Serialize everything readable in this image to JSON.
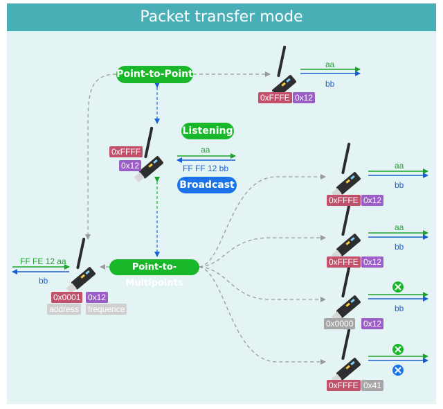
{
  "title": "Packet transfer mode",
  "modes": {
    "point_to_point": "Point-to-Point",
    "listening": "Listening",
    "broadcast": "Broadcast",
    "point_to_multipoints": "Point-to-Multipoints"
  },
  "sender": {
    "out_label": "FF FE 12 aa",
    "in_label": "bb",
    "address": "0x0001",
    "frequency": "0x12",
    "address_caption": "address",
    "frequency_caption": "frequence"
  },
  "center_node": {
    "address": "0xFFFF",
    "frequency": "0x12",
    "in_label": "aa",
    "out_label": "FF FF 12 bb"
  },
  "p2p_node": {
    "address": "0xFFFE",
    "frequency": "0x12",
    "aa": "aa",
    "bb": "bb"
  },
  "receivers": [
    {
      "address": "0xFFFE",
      "frequency": "0x12",
      "aa": "aa",
      "bb": "bb"
    },
    {
      "address": "0xFFFE",
      "frequency": "0x12",
      "aa": "aa",
      "bb": "bb"
    },
    {
      "address": "0x0000",
      "frequency": "0x12",
      "bb": "bb"
    },
    {
      "address": "0xFFFE",
      "frequency": "0x41"
    }
  ],
  "colors": {
    "title_bar": "#49aeb5",
    "background": "#e4f4f5",
    "green": "#19b82a",
    "blue": "#1a73e8",
    "address_tag": "#c1506a",
    "frequency_tag": "#9a5ec6",
    "mismatch_tag": "#a6a6a6"
  },
  "icons": [
    "antenna-module-icon",
    "check-mark-icon",
    "cross-mark-icon"
  ]
}
